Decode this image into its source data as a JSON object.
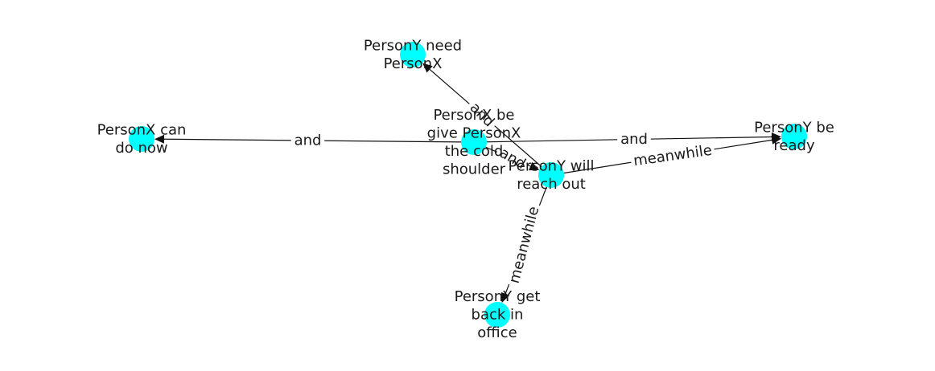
{
  "graph": {
    "node_color": "#00ffff",
    "nodes": [
      {
        "id": "center",
        "lines": [
          "PersonX be",
          "give PersonX",
          "the cold",
          "shoulder"
        ]
      },
      {
        "id": "need",
        "lines": [
          "PersonY need",
          "PersonX"
        ]
      },
      {
        "id": "cando",
        "lines": [
          "PersonX can",
          "do now"
        ]
      },
      {
        "id": "ready",
        "lines": [
          "PersonY be",
          "ready"
        ]
      },
      {
        "id": "reach",
        "lines": [
          "PersonY will",
          "reach out"
        ]
      },
      {
        "id": "office",
        "lines": [
          "PersonY get",
          "back in",
          "office"
        ]
      }
    ],
    "edges": [
      {
        "from": "center",
        "to": "cando",
        "label": "and"
      },
      {
        "from": "center",
        "to": "ready",
        "label": "and"
      },
      {
        "from": "reach",
        "to": "need",
        "label": "and"
      },
      {
        "from": "center",
        "to": "reach",
        "label": "and"
      },
      {
        "from": "reach",
        "to": "ready",
        "label": "meanwhile"
      },
      {
        "from": "reach",
        "to": "office",
        "label": "meanwhile"
      }
    ]
  }
}
